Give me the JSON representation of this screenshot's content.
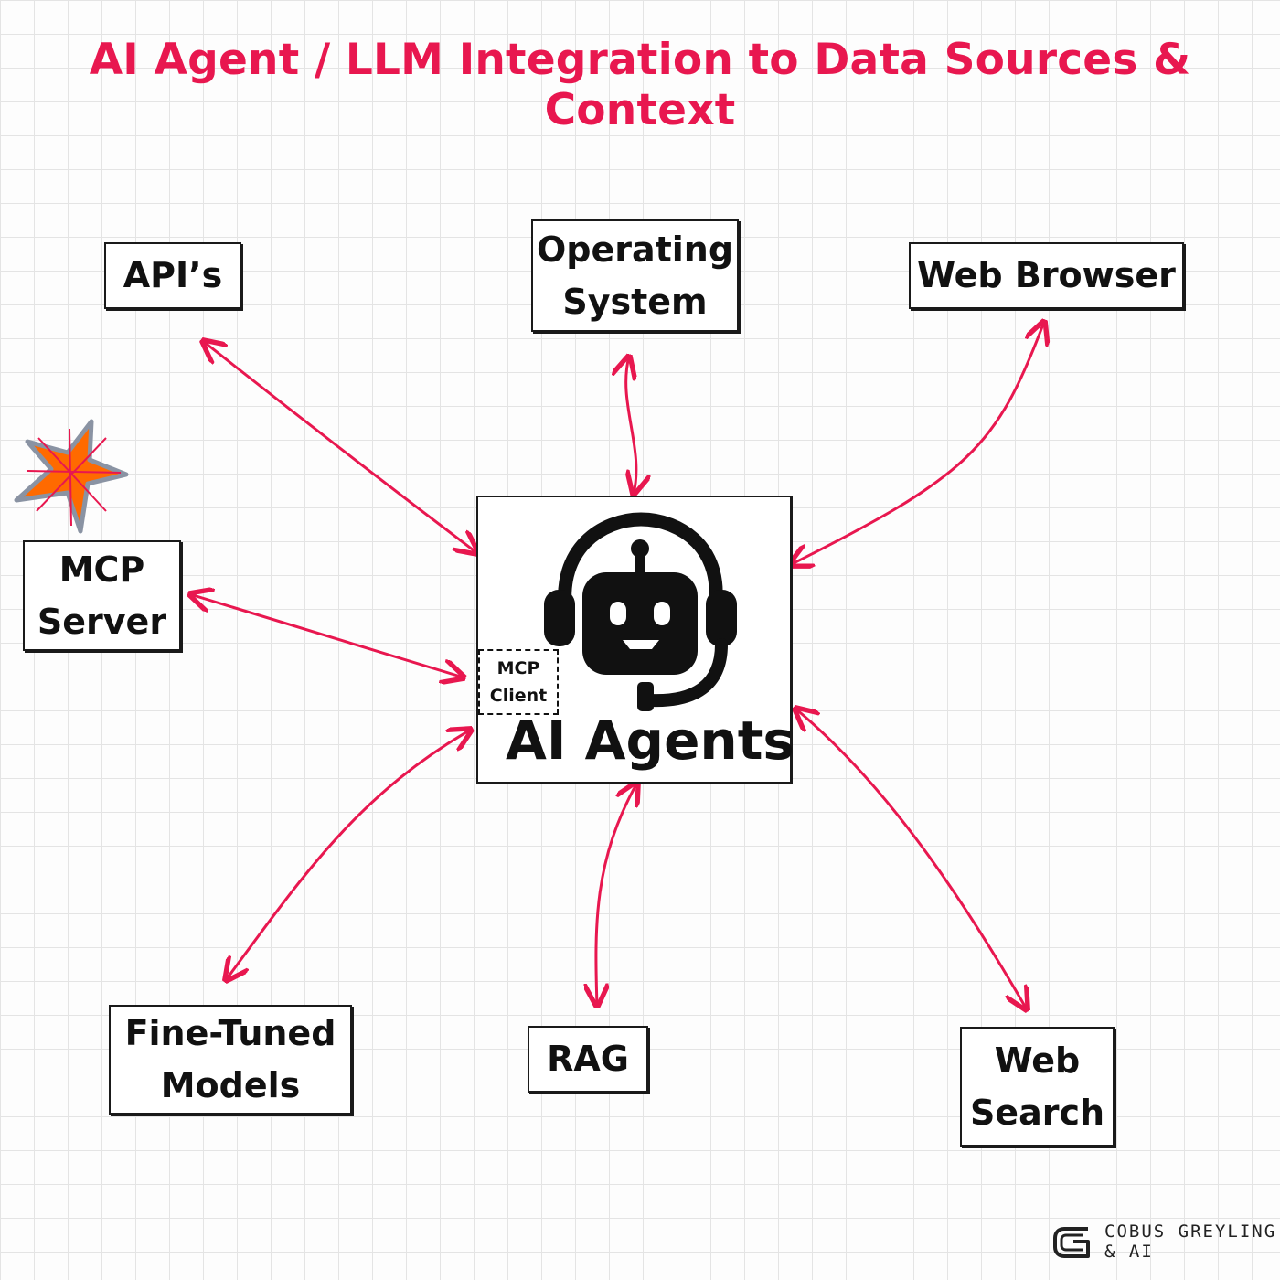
{
  "title": "AI Agent / LLM Integration to Data Sources & Context",
  "center": {
    "label": "AI Agents",
    "sublabel": "MCP\nClient",
    "icon": "robot-headset-icon"
  },
  "nodes": [
    {
      "id": "apis",
      "label": "API’s"
    },
    {
      "id": "operating-system",
      "label": "Operating\nSystem"
    },
    {
      "id": "web-browser",
      "label": "Web Browser"
    },
    {
      "id": "mcp-server",
      "label": "MCP\nServer"
    },
    {
      "id": "fine-tuned-models",
      "label": "Fine-Tuned\nModels"
    },
    {
      "id": "rag",
      "label": "RAG"
    },
    {
      "id": "web-search",
      "label": "Web\nSearch"
    }
  ],
  "decorations": {
    "star_icon": "orange-star-icon",
    "logo_icon": "cg-logo-icon"
  },
  "colors": {
    "accent": "#e8174f",
    "ink": "#111111",
    "star": "#ff6a00"
  },
  "brand": {
    "name": "COBUS GREYLING\n& AI"
  }
}
